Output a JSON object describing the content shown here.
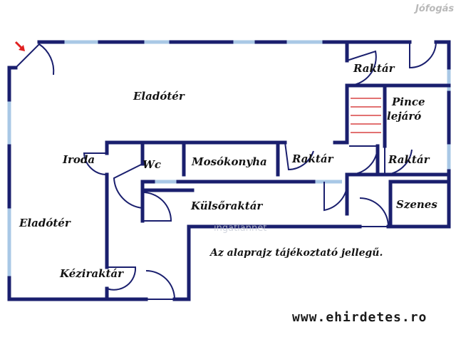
{
  "watermark_top": "Jófogás",
  "watermark_center": "ingatlannet",
  "rooms": {
    "eladoter_top": "Eladótér",
    "eladoter_left": "Eladótér",
    "raktar_top": "Raktár",
    "pince_line1": "Pince",
    "pince_line2": "lejáró",
    "iroda": "Iroda",
    "wc": "Wc",
    "mosokonyha": "Mosókonyha",
    "raktar_mid": "Raktár",
    "raktar_right": "Raktár",
    "kulsoraktar": "Külsőraktár",
    "szenes": "Szenes",
    "kezir": "Kéziraktár"
  },
  "note": "Az alaprajz tájékoztató jellegű.",
  "website": "www.ehirdetes.ro",
  "colors": {
    "wall": "#1a1f6e",
    "window": "#a9c8e6",
    "stair": "#d94444",
    "arrow": "#e02020"
  }
}
